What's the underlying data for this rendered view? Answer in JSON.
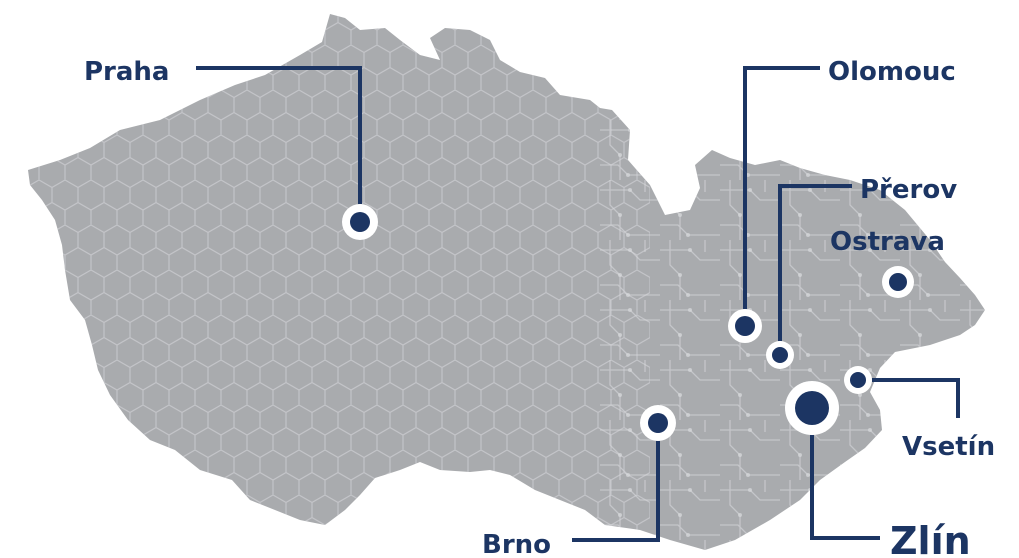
{
  "map": {
    "colors": {
      "land": "#a9abae",
      "land_light": "#c5c7ca",
      "accent": "#1c3563",
      "marker_ring": "#ffffff"
    },
    "cities": [
      {
        "id": "praha",
        "label": "Praha"
      },
      {
        "id": "olomouc",
        "label": "Olomouc"
      },
      {
        "id": "prerov",
        "label": "Přerov"
      },
      {
        "id": "ostrava",
        "label": "Ostrava"
      },
      {
        "id": "vsetin",
        "label": "Vsetín"
      },
      {
        "id": "brno",
        "label": "Brno"
      },
      {
        "id": "zlin",
        "label": "Zlín",
        "highlighted": true
      }
    ]
  }
}
